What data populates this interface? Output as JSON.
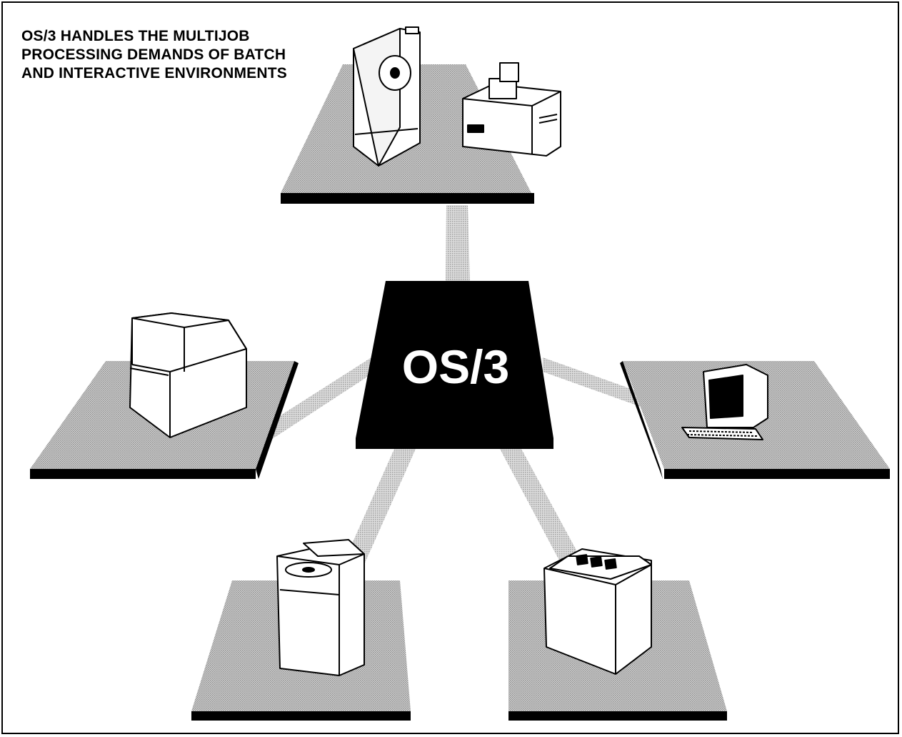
{
  "headline": {
    "lines": "OS/3 HANDLES THE MULTIJOB\nPROCESSING DEMANDS OF BATCH\nAND INTERACTIVE ENVIRONMENTS"
  },
  "hub": {
    "label": "OS/3"
  },
  "colors": {
    "background": "#ffffff",
    "ink": "#000000",
    "platform_fill": "#b3b3b3",
    "link_fill": "#b8b8b8",
    "hub_fill": "#000000",
    "hub_text": "#ffffff",
    "device_fill": "#ffffff"
  },
  "nodes": [
    {
      "id": "top",
      "device": "disk-drive-and-card-reader"
    },
    {
      "id": "left",
      "device": "card-punch-cabinet"
    },
    {
      "id": "right",
      "device": "video-display-terminal"
    },
    {
      "id": "bottom-left",
      "device": "diskette-drive-cabinet"
    },
    {
      "id": "bottom-right",
      "device": "printer-cabinet"
    }
  ]
}
